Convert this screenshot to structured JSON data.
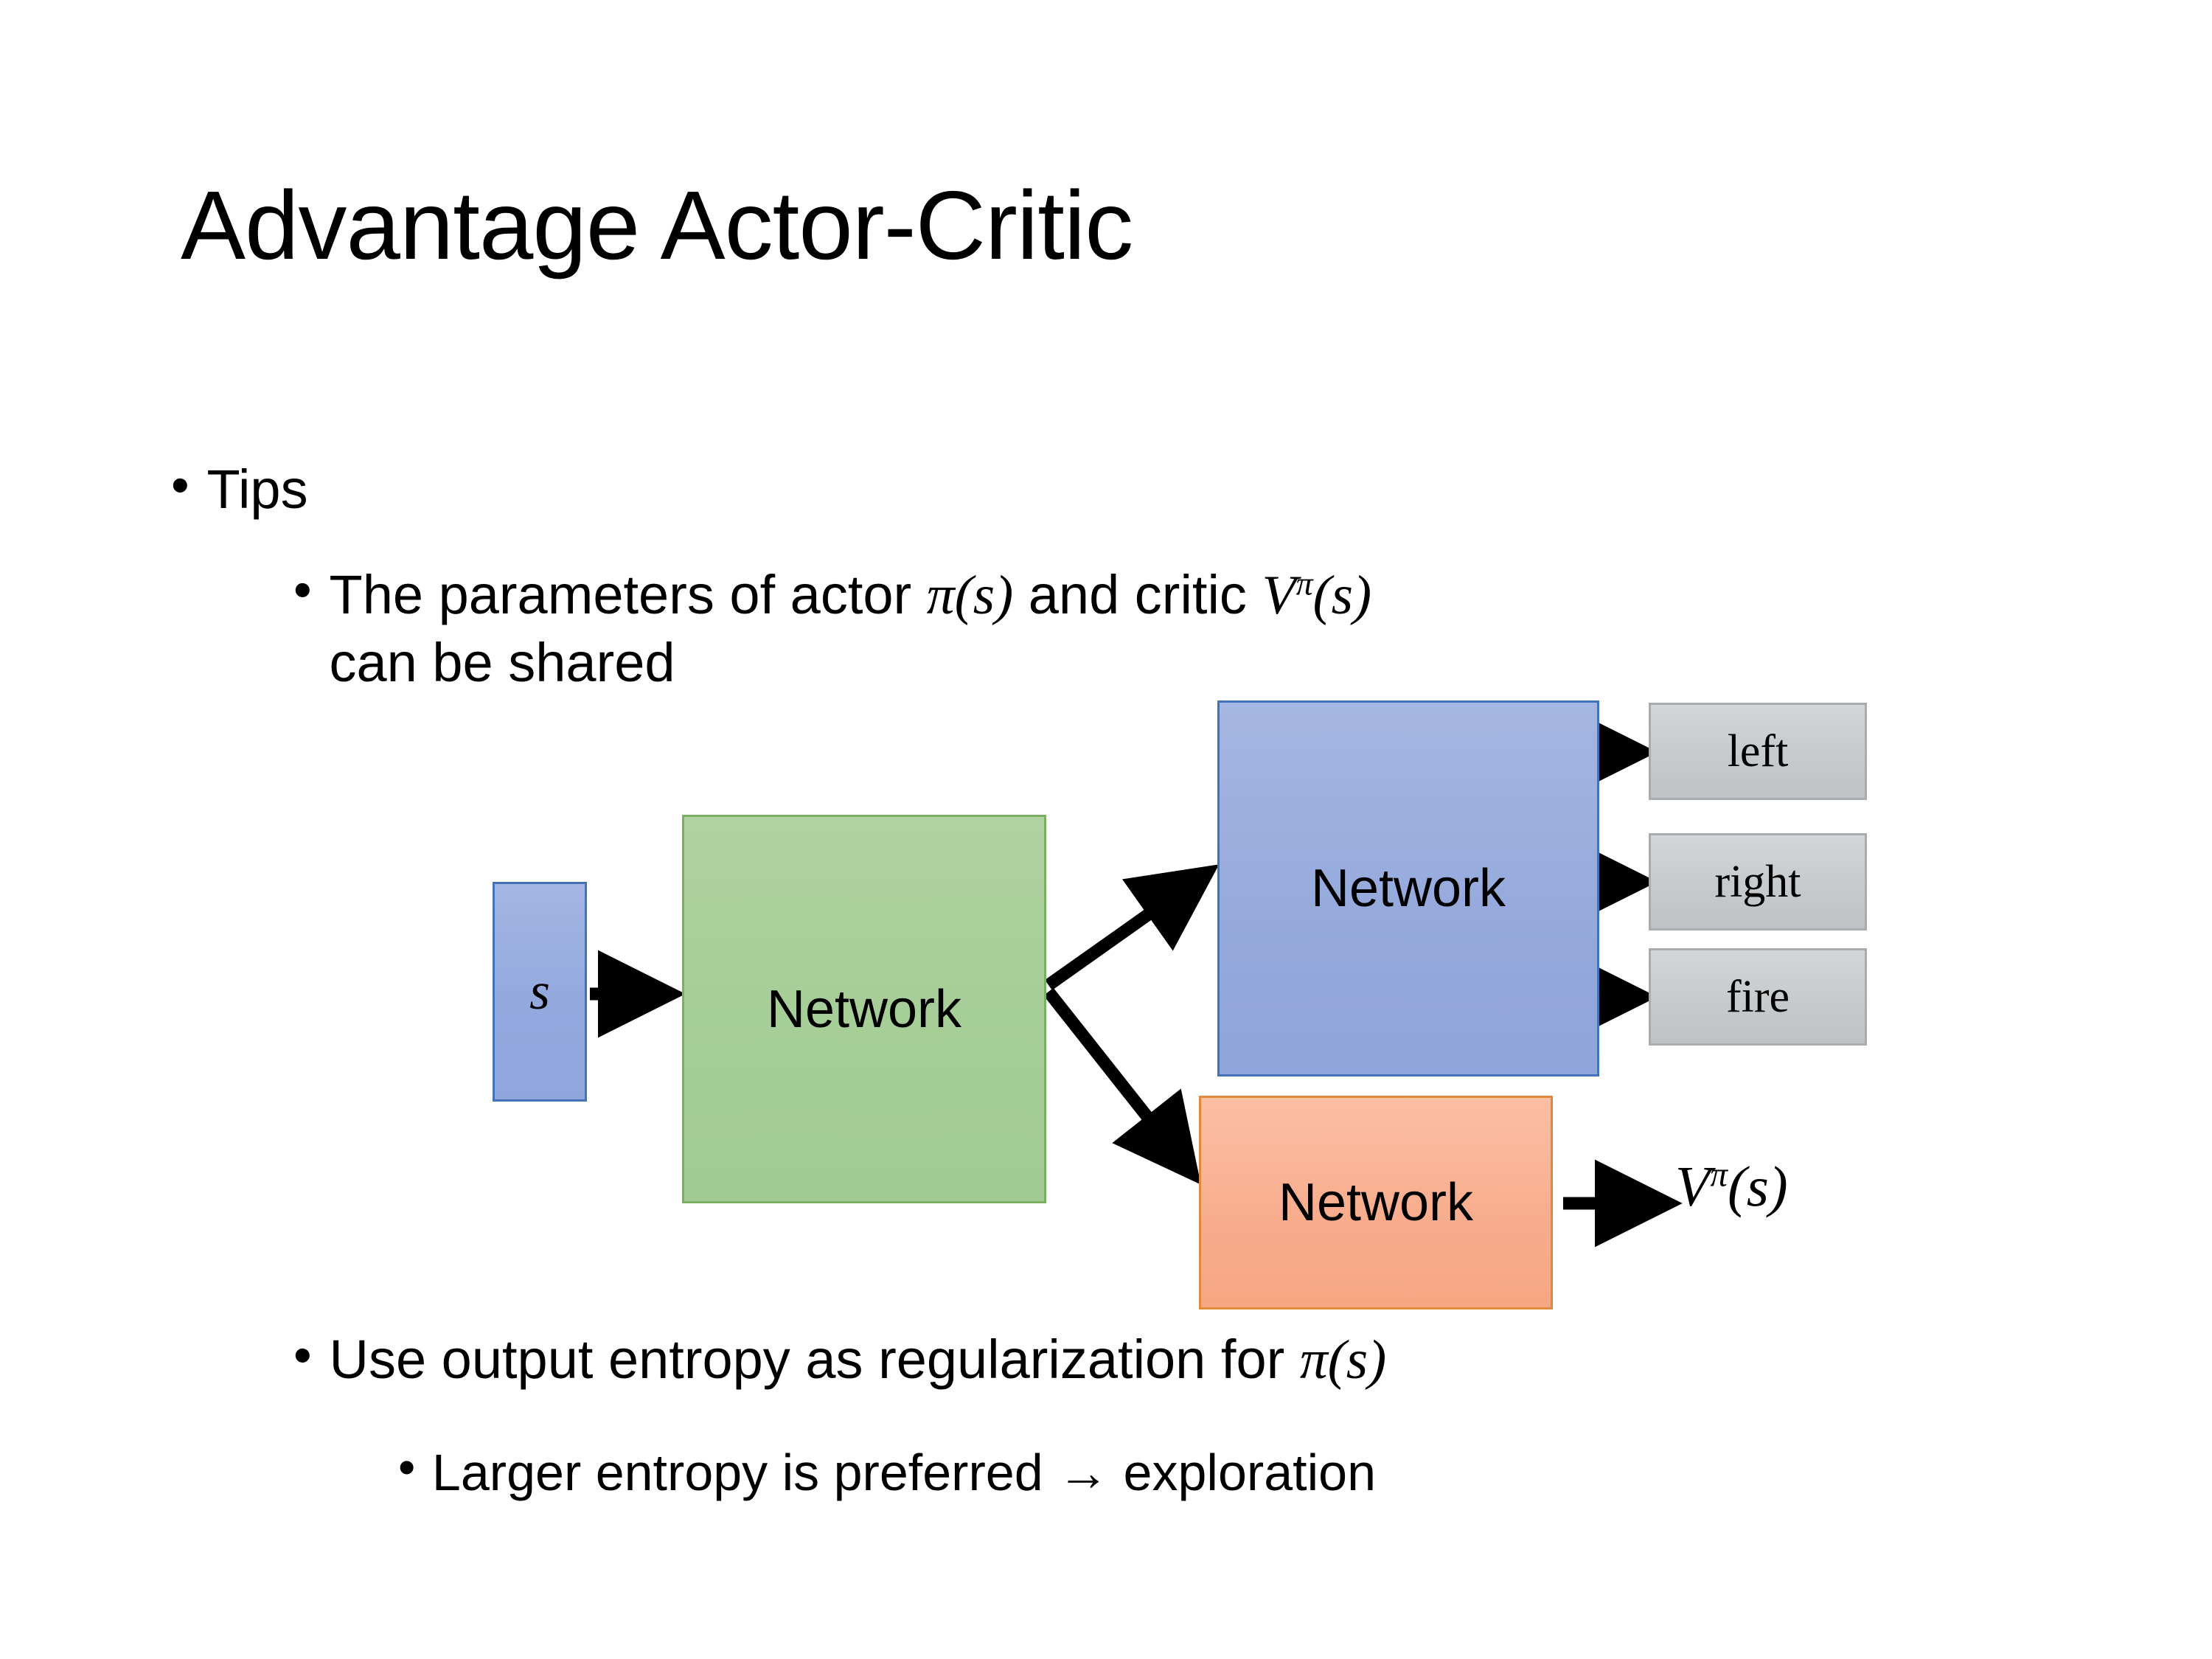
{
  "slide": {
    "title": "Advantage Actor-Critic",
    "background_color": "#FFFFFF"
  },
  "bullets": {
    "tips": {
      "marker": "•",
      "text": "Tips"
    },
    "shared_params": {
      "marker": "•",
      "text_before_pi": "The parameters of actor ",
      "pi_of_s": "π(s)",
      "text_middle": "  and critic ",
      "v_symbol": "V",
      "v_superscript": "π",
      "v_arg": "(s)",
      "text_line2": "can be shared"
    },
    "entropy": {
      "marker": "•",
      "text_before_pi": "Use output entropy as regularization for ",
      "pi_of_s": "π(s)"
    },
    "larger_entropy": {
      "marker": "•",
      "text": "Larger entropy is preferred → exploration"
    }
  },
  "diagram": {
    "state_node": {
      "label": "s",
      "fill": "#95AADF",
      "border": "#4472B8"
    },
    "shared_network": {
      "label": "Network",
      "fill": "#A7CE97",
      "border": "#7BAF63"
    },
    "actor_network": {
      "label": "Network",
      "fill": "#95A9DC",
      "border": "#4472B8"
    },
    "critic_network": {
      "label": "Network",
      "fill": "#F8AC8C",
      "border": "#E08A3E"
    },
    "actions": [
      {
        "label": "left",
        "fill": "#C7CACD"
      },
      {
        "label": "right",
        "fill": "#C7CACD"
      },
      {
        "label": "fire",
        "fill": "#C7CACD"
      }
    ],
    "value_output": {
      "symbol": "V",
      "superscript": "π",
      "argument": "(s)"
    },
    "arrow_color": "#000000"
  }
}
